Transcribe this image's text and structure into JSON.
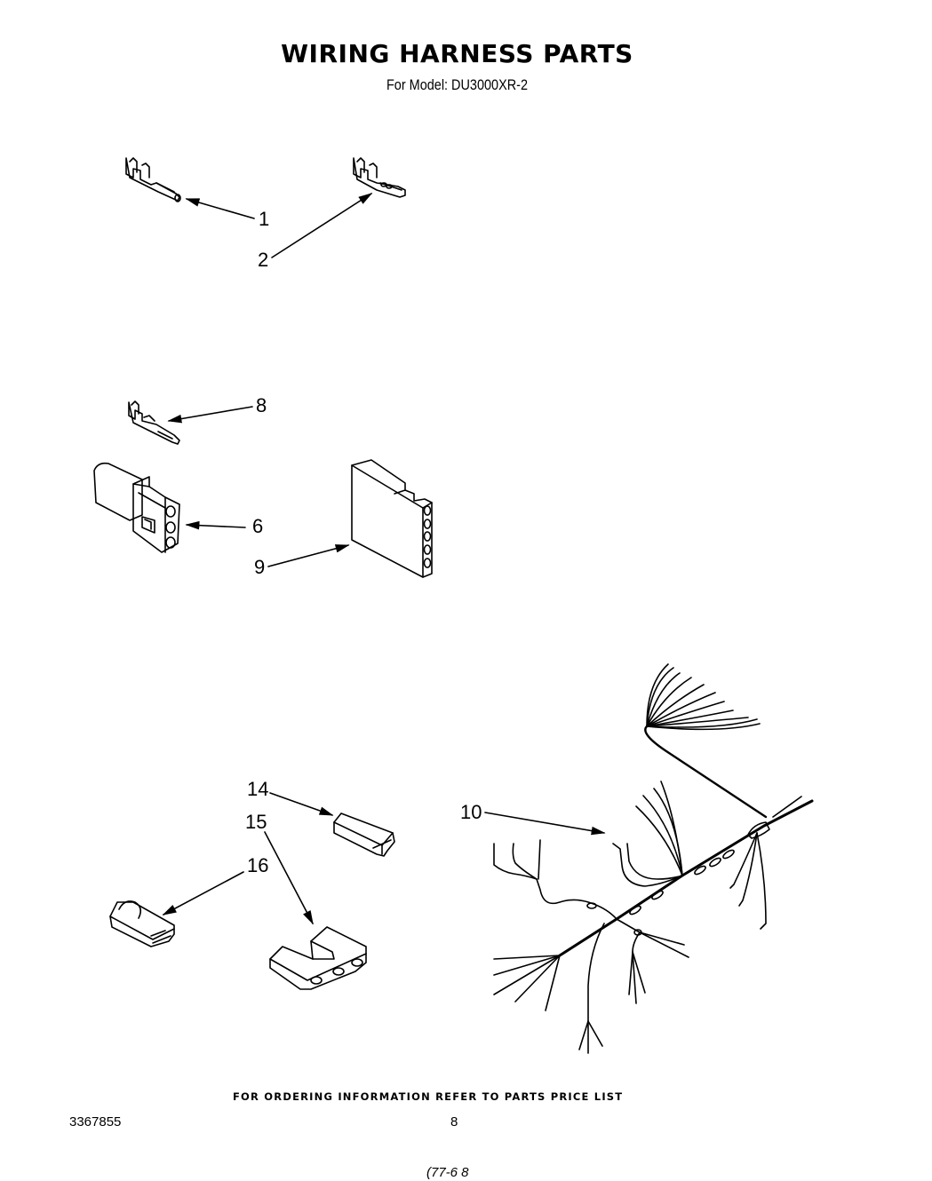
{
  "header": {
    "title": "WIRING HARNESS PARTS",
    "subtitle": "For Model: DU3000XR-2"
  },
  "callouts": [
    {
      "id": "1",
      "label": "1",
      "part": "terminal-pin"
    },
    {
      "id": "2",
      "label": "2",
      "part": "terminal-receptacle"
    },
    {
      "id": "8",
      "label": "8",
      "part": "terminal-pin"
    },
    {
      "id": "6",
      "label": "6",
      "part": "3-way-connector-housing"
    },
    {
      "id": "9",
      "label": "9",
      "part": "5-way-connector-housing"
    },
    {
      "id": "14",
      "label": "14",
      "part": "connector-block"
    },
    {
      "id": "15",
      "label": "15",
      "part": "3-way-connector-block"
    },
    {
      "id": "16",
      "label": "16",
      "part": "connector-block"
    },
    {
      "id": "10",
      "label": "10",
      "part": "wiring-harness"
    }
  ],
  "footer": {
    "note": "FOR ORDERING INFORMATION REFER TO PARTS PRICE LIST",
    "doc_number": "3367855",
    "page_number": "8",
    "stamp": "(77-6 8"
  },
  "colors": {
    "ink": "#000000",
    "paper": "#ffffff"
  }
}
